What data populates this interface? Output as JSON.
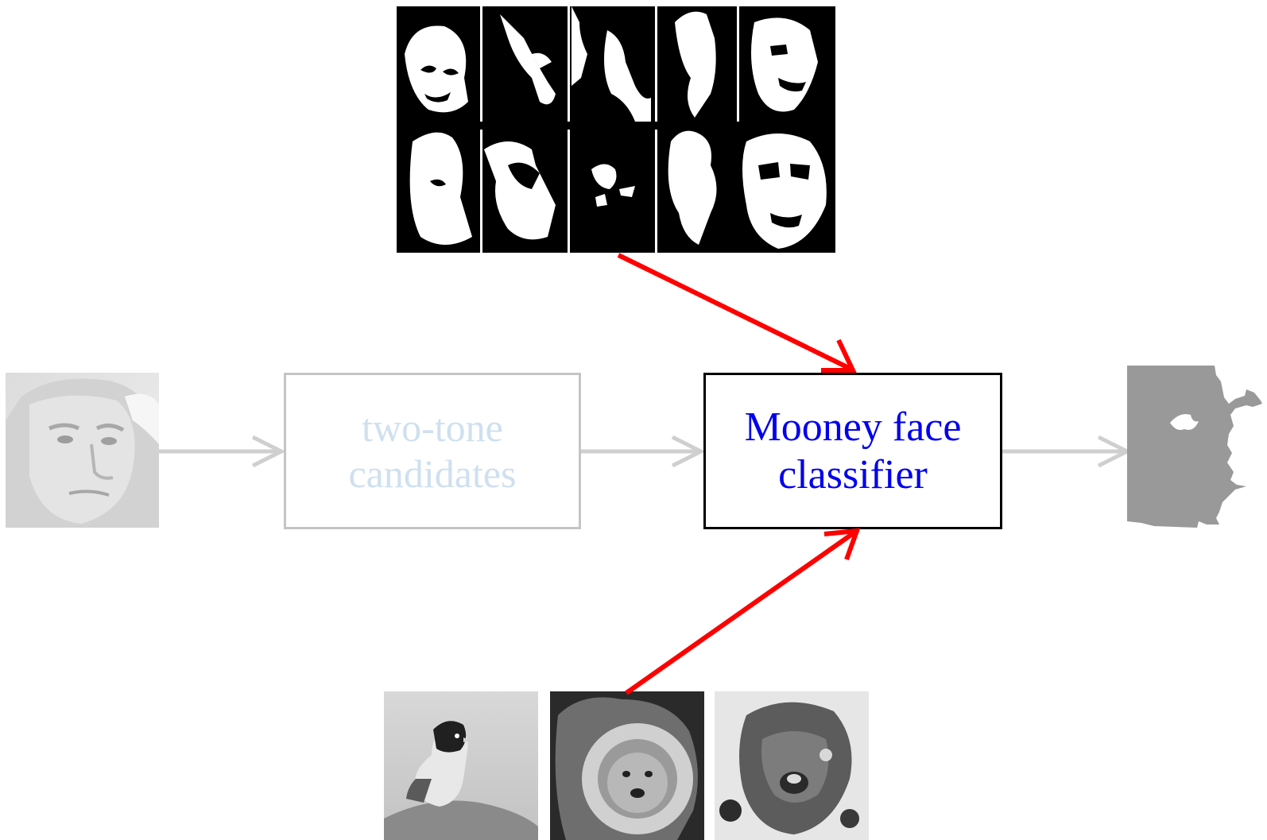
{
  "colors": {
    "faded_arrow": "#cfcfcf",
    "red_arrow": "#ff0000",
    "faded_box_border": "#c4c4c4",
    "faded_text": "#cfe0ef",
    "active_text": "#0000ee",
    "active_border": "#000000",
    "output_mask": "#999999"
  },
  "nodes": {
    "candidates": {
      "line1": "two-tone",
      "line2": "candidates"
    },
    "classifier": {
      "line1": "Mooney face",
      "line2": "classifier"
    }
  },
  "images": {
    "input": "grayscale face photo",
    "positives": "grid of ten two-tone Mooney face images",
    "negatives": [
      "bird photo",
      "dog in lion mane photo",
      "shaggy dog photo"
    ],
    "output": "gray two-tone output mask"
  }
}
